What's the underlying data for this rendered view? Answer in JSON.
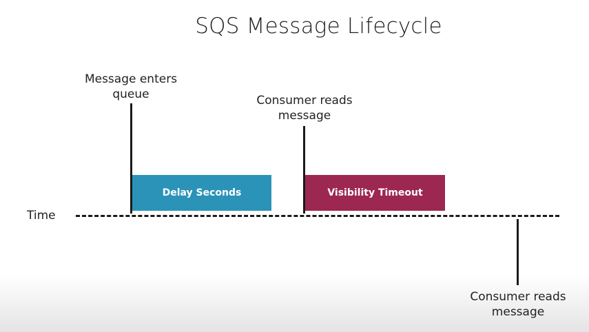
{
  "title": "SQS Message Lifecycle",
  "timeline": {
    "axis_label": "Time"
  },
  "events": [
    {
      "label": "Message enters\nqueue"
    },
    {
      "label": "Consumer reads\nmessage"
    },
    {
      "label": "Consumer reads\nmessage"
    }
  ],
  "periods": [
    {
      "label": "Delay Seconds",
      "color": "#2b93b8"
    },
    {
      "label": "Visibility Timeout",
      "color": "#9c2750"
    }
  ]
}
